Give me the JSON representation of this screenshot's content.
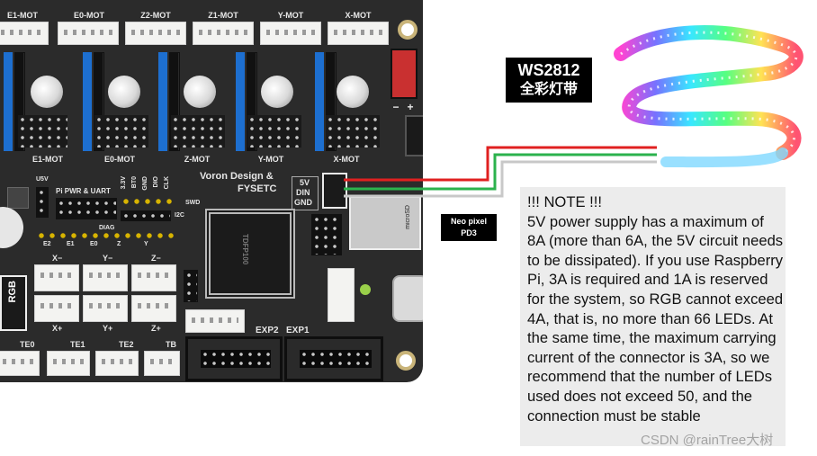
{
  "board": {
    "motor_labels_top": [
      "E1-MOT",
      "E0-MOT",
      "Z2-MOT",
      "Z1-MOT",
      "Y-MOT",
      "X-MOT"
    ],
    "motor_labels_bottom": [
      "E1-MOT",
      "E0-MOT",
      "Z-MOT",
      "Y-MOT",
      "X-MOT"
    ],
    "brand_line1": "Voron Design &",
    "brand_line2": "FYSETC",
    "chip_label": "TDFP100",
    "u5v": "U5V",
    "pi_pwr_uart": "Pi PWR & UART",
    "pin_labels": [
      "3.3V",
      "BT0",
      "GND",
      "DIO",
      "CLK"
    ],
    "swd": "SWD",
    "i2c": "I2C",
    "diag": "DIAG",
    "axis_top_row": [
      "E2",
      "E1",
      "E0",
      "Z",
      "Y"
    ],
    "endstops_top": [
      "X−",
      "Y−",
      "Z−"
    ],
    "endstops_bottom": [
      "X+",
      "Y+",
      "Z+"
    ],
    "rgb": "RGB",
    "te_labels": [
      "TE0",
      "TE1",
      "TE2",
      "TB"
    ],
    "exp2": "EXP2",
    "exp1": "EXP1",
    "rgb_connector_pins": "5V\nDIN\nGND",
    "sd_label": "microSD",
    "plus": "+",
    "minus": "−"
  },
  "callouts": {
    "rgb_pins_line1": "5V",
    "rgb_pins_line2": "DIN",
    "rgb_pins_line3": "GND",
    "neo_line1": "Neo pixel",
    "neo_line2": "PD3",
    "ws_line1": "WS2812",
    "ws_line2": "全彩灯带"
  },
  "note": {
    "text": "!!! NOTE !!!\n5V power supply has a maximum of 8A (more than 6A, the 5V circuit needs to be dissipated). If you use Raspberry Pi, 3A is required and 1A is reserved for the system, so RGB cannot exceed 4A, that is, no more than 66 LEDs. At the same time, the maximum carrying current of the connector is 3A, so we recommend that the number of LEDs used does not exceed 50, and the connection must be stable"
  },
  "watermark": "CSDN @rainTree大树",
  "colors": {
    "board": "#2b2b2b",
    "driver_blue": "#1d6fd0",
    "wire_red": "#e02020",
    "wire_green": "#2bb24c",
    "wire_white": "#c8c8c8",
    "note_bg": "#ececec"
  }
}
